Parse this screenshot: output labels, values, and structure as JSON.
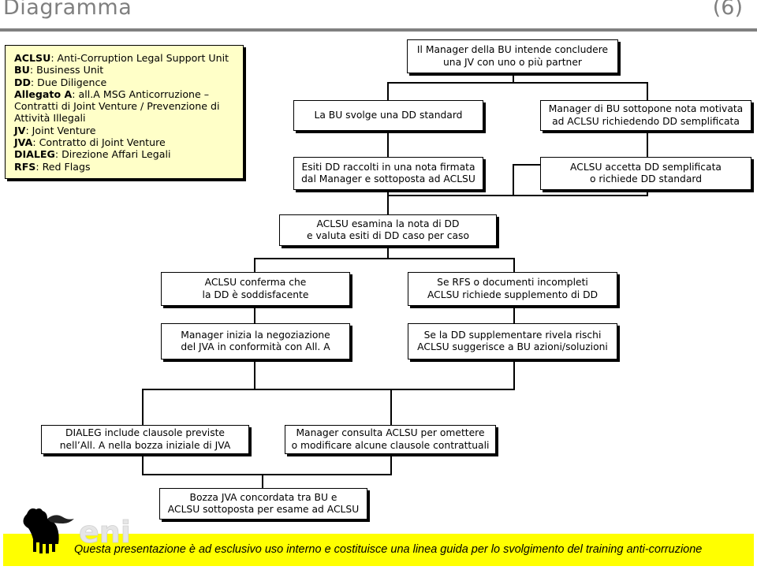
{
  "header": {
    "title": "Diagramma",
    "page": "(6)"
  },
  "legend": [
    {
      "abbr": "ACLSU",
      "text": ": Anti-Corruption Legal Support Unit"
    },
    {
      "abbr": "BU",
      "text": ": Business Unit"
    },
    {
      "abbr": "DD",
      "text": ": Due Diligence"
    },
    {
      "abbr": "Allegato A",
      "text": ": all.A MSG Anticorruzione – Contratti di Joint Venture / Prevenzione di Attività Illegali"
    },
    {
      "abbr": "JV",
      "text": ": Joint Venture"
    },
    {
      "abbr": "JVA",
      "text": ": Contratto di Joint Venture"
    },
    {
      "abbr": "DIALEG",
      "text": ": Direzione Affari Legali"
    },
    {
      "abbr": "RFS",
      "text": ": Red Flags"
    }
  ],
  "boxes": {
    "start": [
      "Il Manager della BU intende concludere",
      "una JV con uno o più partner"
    ],
    "dd_standard": [
      "La BU svolge una DD standard"
    ],
    "dd_results": [
      "Esiti DD raccolti in una nota firmata",
      "dal Manager e sottoposta ad ACLSU"
    ],
    "simplified_request": [
      "Manager di BU sottopone nota motivata",
      "ad ACLSU richiedendo DD semplificata"
    ],
    "aclsu_decision": [
      "ACLSU accetta DD semplificata",
      "o richiede DD standard"
    ],
    "aclsu_review": [
      "ACLSU esamina la nota di DD",
      "e valuta esiti di DD caso per caso"
    ],
    "confirmed": [
      "ACLSU conferma che",
      "la DD è soddisfacente"
    ],
    "rfs": [
      "Se RFS o documenti incompleti",
      "ACLSU richiede supplemento di DD"
    ],
    "negotiation": [
      "Manager inizia la negoziazione",
      "del JVA in conformità con All. A"
    ],
    "supplement_risks": [
      "Se la DD supplementare rivela rischi",
      "ACLSU suggerisce a BU azioni/soluzioni"
    ],
    "dialeg_clauses": [
      "DIALEG include clausole previste",
      "nell’All. A nella bozza iniziale di JVA"
    ],
    "manager_consults": [
      "Manager consulta ACLSU per omettere",
      "o modificare alcune clausole contrattuali"
    ],
    "draft_agreed": [
      "Bozza JVA concordata tra BU e",
      "ACLSU sottoposta per esame ad ACLSU"
    ]
  },
  "footer": {
    "text": "Questa presentazione è ad esclusivo uso interno e costituisce una linea guida per lo svolgimento del training anti-corruzione"
  },
  "logo": {
    "icon": "six-legged-dog-logo",
    "text": "eni"
  },
  "colors": {
    "legend_bg": "#ffffc8",
    "footer_bg": "#ffff00",
    "title": "#7f7f7f"
  }
}
